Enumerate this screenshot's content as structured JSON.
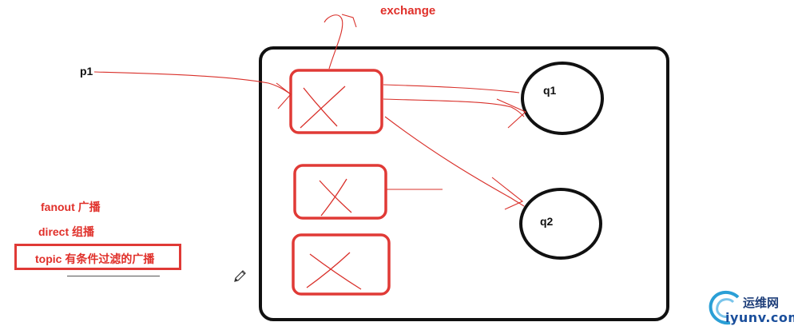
{
  "labels": {
    "exchange": "exchange",
    "p1": "p1",
    "q1": "q1",
    "q2": "q2",
    "fanout": "fanout 广播",
    "direct": "direct 组播",
    "topic": "topic  有条件过滤的广播"
  },
  "watermark": {
    "cn": "运维网",
    "url": "iyunv.com"
  },
  "colors": {
    "annotation": "#e0302a",
    "outline": "#111111",
    "watermark": "#1b4f9c"
  }
}
